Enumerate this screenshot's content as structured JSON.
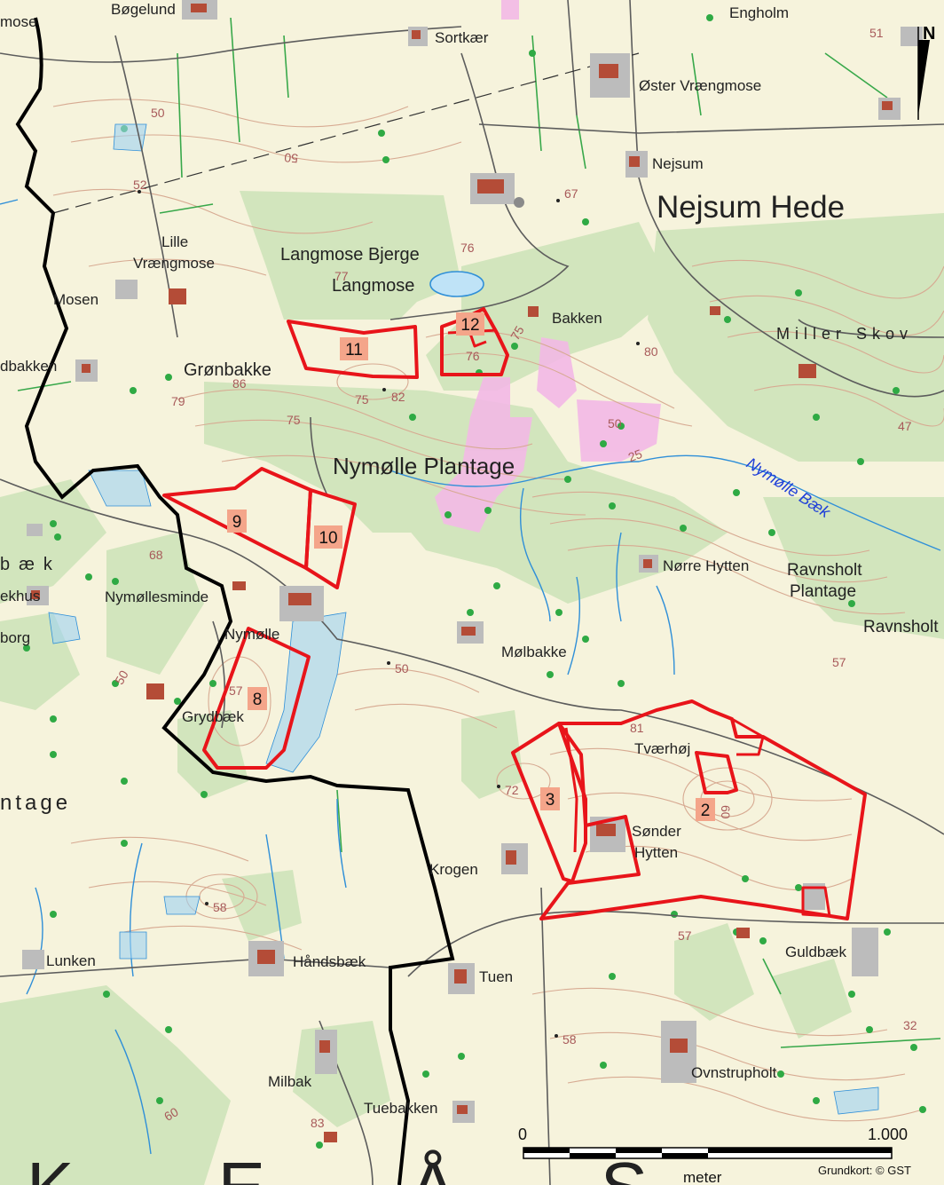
{
  "colors": {
    "background": "#f6f3dc",
    "forest": "#d2e5bd",
    "contour": "#d7aa92",
    "water": "#2f8fd8",
    "hedge": "#38a84a",
    "road": "#5c5c5c",
    "parcel_outline": "#e8141a",
    "parcel_label": "#f4a58a",
    "municipal_border": "#000000",
    "protected_area": "#f3b9e6"
  },
  "places": {
    "bogelund": "Bøgelund",
    "sortkaer": "Sortkær",
    "engholm": "Engholm",
    "oster_vraengmose": "Øster Vrængmose",
    "nejsum": "Nejsum",
    "nejsum_hede": "Nejsum Hede",
    "lille": "Lille",
    "vraengmose": "Vrængmose",
    "langmose_bjerge": "Langmose Bjerge",
    "langmose": "Langmose",
    "mosen": "Mosen",
    "bakken": "Bakken",
    "miller_skov": "Miller Skov",
    "dbakken": "dbakken",
    "gronbakke": "Grønbakke",
    "nymolle_plantage": "Nymølle Plantage",
    "nymolle_baek": "Nymølle Bæk",
    "baek_left": "bæk",
    "ekhus": "ekhus",
    "nymollesminde": "Nymøllesminde",
    "norre_hytten": "Nørre Hytten",
    "ravnsholt_plantage_1": "Ravnsholt",
    "ravnsholt_plantage_2": "Plantage",
    "ravnsholt": "Ravnsholt",
    "borg": "borg",
    "nymolle": "Nymølle",
    "molbakke": "Mølbakke",
    "grydbaek": "Grydbæk",
    "ntage": "ntage",
    "taerhoj": "Tværhøj",
    "sonder": "Sønder",
    "hytten": "Hytten",
    "krogen": "Krogen",
    "lunken": "Lunken",
    "handsbaek": "Håndsbæk",
    "tuen": "Tuen",
    "guldbaek": "Guldbæk",
    "milbak": "Milbak",
    "tuebakken": "Tuebakken",
    "ovnstrupholt": "Ovnstrupholt",
    "mose_top": "mose"
  },
  "heights": {
    "h51": "51",
    "h50a": "50",
    "h50b": "50",
    "h52": "52",
    "h67": "67",
    "h76": "76",
    "h77": "77",
    "h86": "86",
    "h79": "79",
    "h75a": "75",
    "h75b": "75",
    "h82": "82",
    "h76b": "76",
    "h80": "80",
    "h75c": "75",
    "h50c": "50",
    "h25": "25",
    "h47": "47",
    "h68": "68",
    "h50d": "50",
    "h57a": "57",
    "h50e": "50",
    "h81": "81",
    "h72": "72",
    "h60": "60",
    "h58a": "58",
    "h57b": "57",
    "h58b": "58",
    "h32": "32",
    "h83": "83",
    "h57c": "57",
    "h60b": "60"
  },
  "parcels": [
    "2",
    "3",
    "8",
    "9",
    "10",
    "11",
    "12"
  ],
  "scale_bar": {
    "start": "0",
    "end": "1.000",
    "unit": "meter"
  },
  "north_arrow": "N",
  "copyright": "Grundkort: © GST",
  "partial_bottom_text": "K E Å S"
}
